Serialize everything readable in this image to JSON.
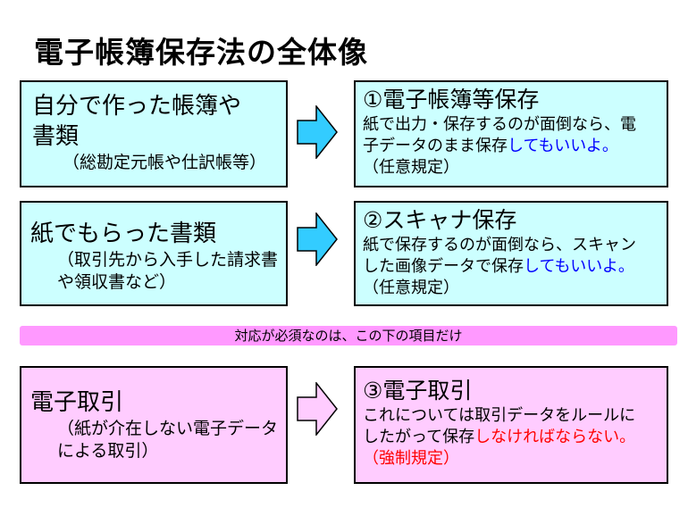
{
  "title": "電子帳簿保存法の全体像",
  "rows": [
    {
      "left": {
        "title_line1": "自分で作った帳簿や",
        "title_line2": "書類",
        "note": "（総勘定元帳や仕訳帳等）"
      },
      "right": {
        "title": "①電子帳簿等保存",
        "line1": "紙で出力・保存するのが面倒なら、電",
        "line2_a": "子データのまま保存",
        "line2_b": "してもいいよ。",
        "line3": "（任意規定）"
      }
    },
    {
      "left": {
        "title_line1": "紙でもらった書類",
        "note_line1": "（取引先から入手した請求書",
        "note_line2": "や領収書など）"
      },
      "right": {
        "title": "②スキャナ保存",
        "line1": "紙で保存するのが面倒なら、スキャン",
        "line2_a": "した画像データで保存",
        "line2_b": "してもいいよ。",
        "line3": "（任意規定）"
      }
    },
    {
      "left": {
        "title_line1": "電子取引",
        "note_line1": "（紙が介在しない電子データ",
        "note_line2": "による取引）"
      },
      "right": {
        "title": "③電子取引",
        "line1": "これについては取引データをルールに",
        "line2_a": "したがって保存",
        "line2_b": "しなければならない。",
        "line3": "（強制規定）"
      }
    }
  ],
  "banner": "対応が必須なのは、この下の項目だけ",
  "colors": {
    "cyan": "#ccffff",
    "pink": "#ffccff",
    "banner": "#ff99ff",
    "blue": "#0000ff",
    "red": "#ff0000"
  }
}
